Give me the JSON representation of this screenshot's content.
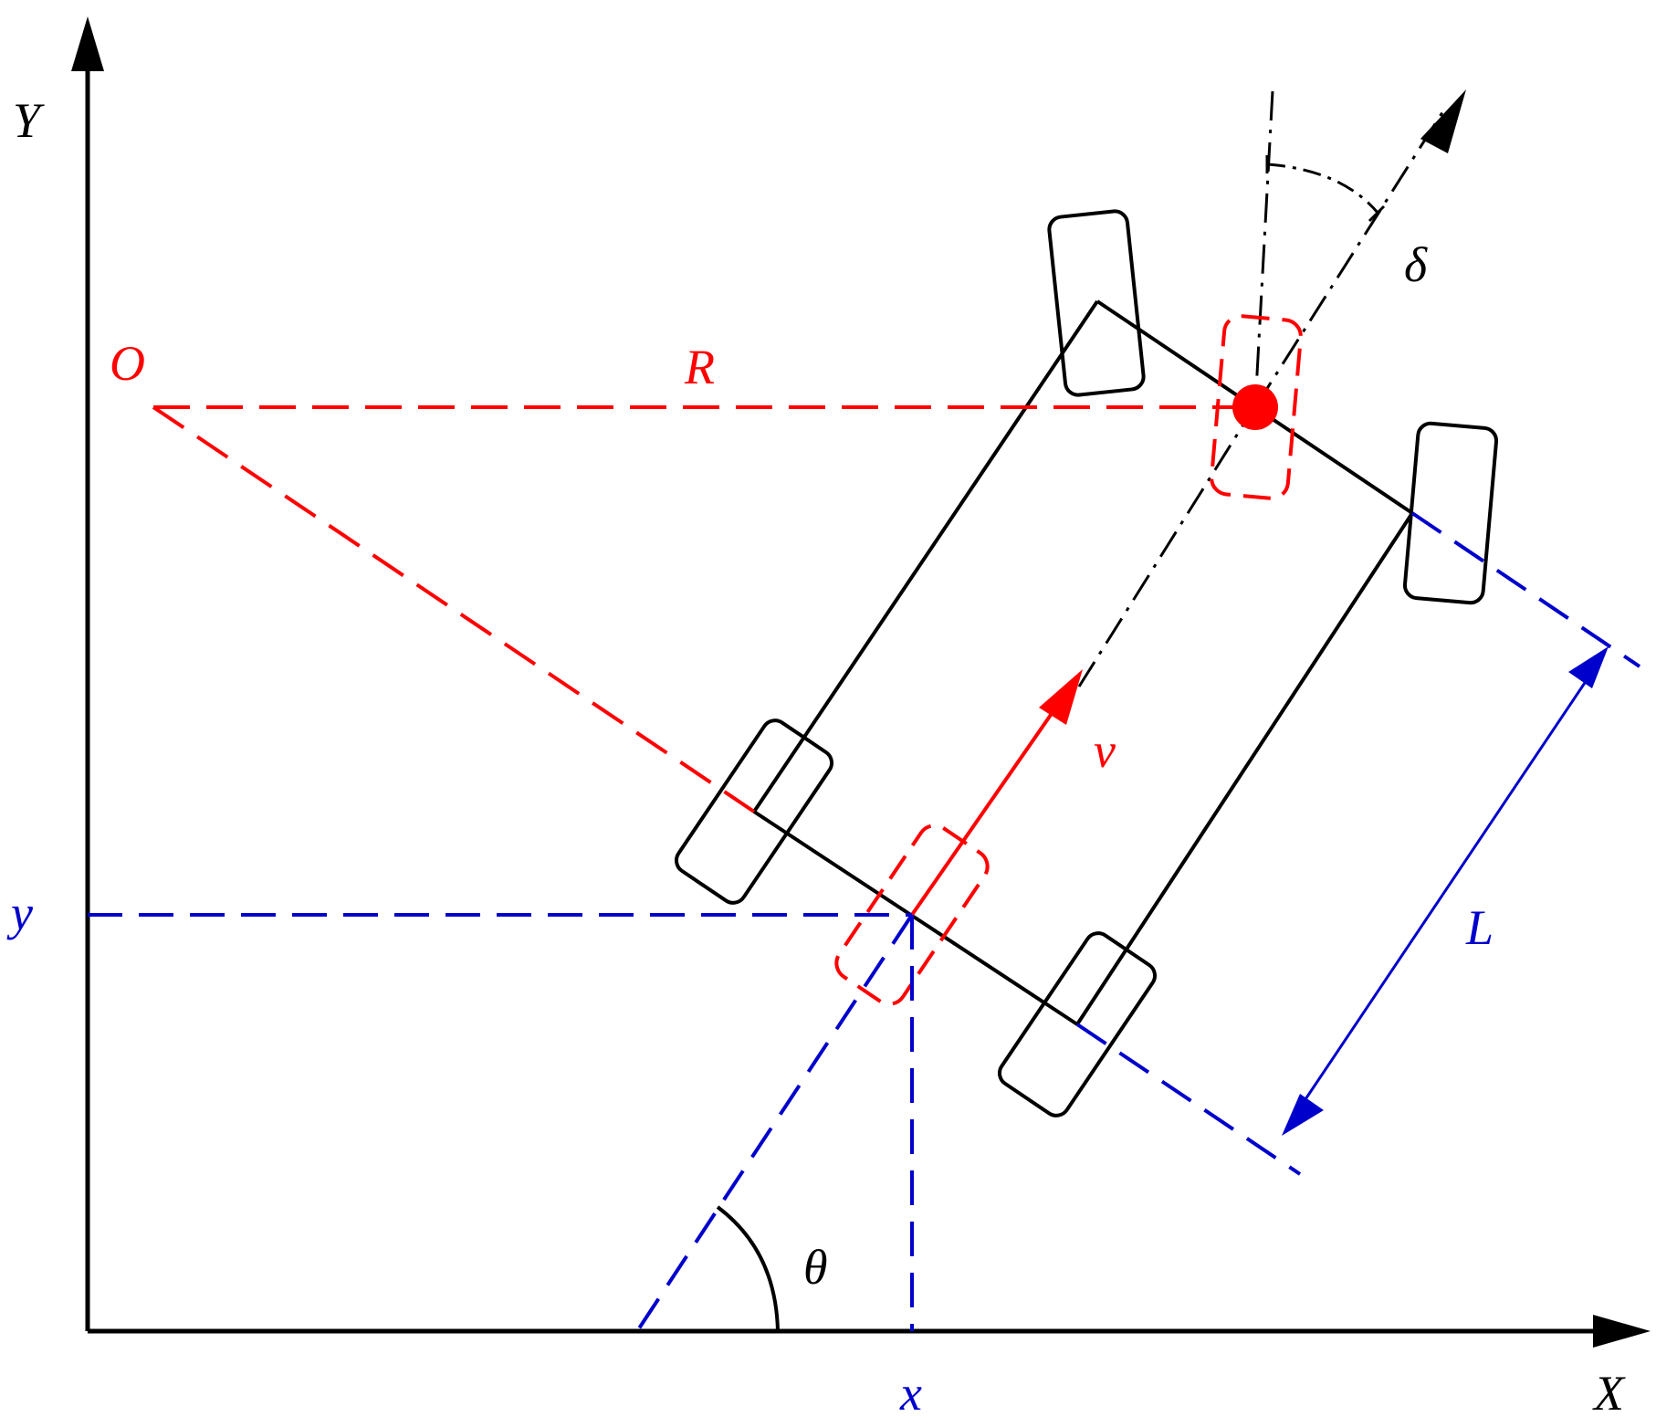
{
  "labels": {
    "y_axis": "Y",
    "x_axis": "X",
    "origin_center": "O",
    "radius": "R",
    "steer_angle": "δ",
    "velocity": "v",
    "wheelbase": "L",
    "y_coord": "y",
    "x_coord": "x",
    "heading": "θ"
  },
  "colors": {
    "axes": "#000000",
    "red": "#ff0000",
    "blue": "#0000cc"
  }
}
